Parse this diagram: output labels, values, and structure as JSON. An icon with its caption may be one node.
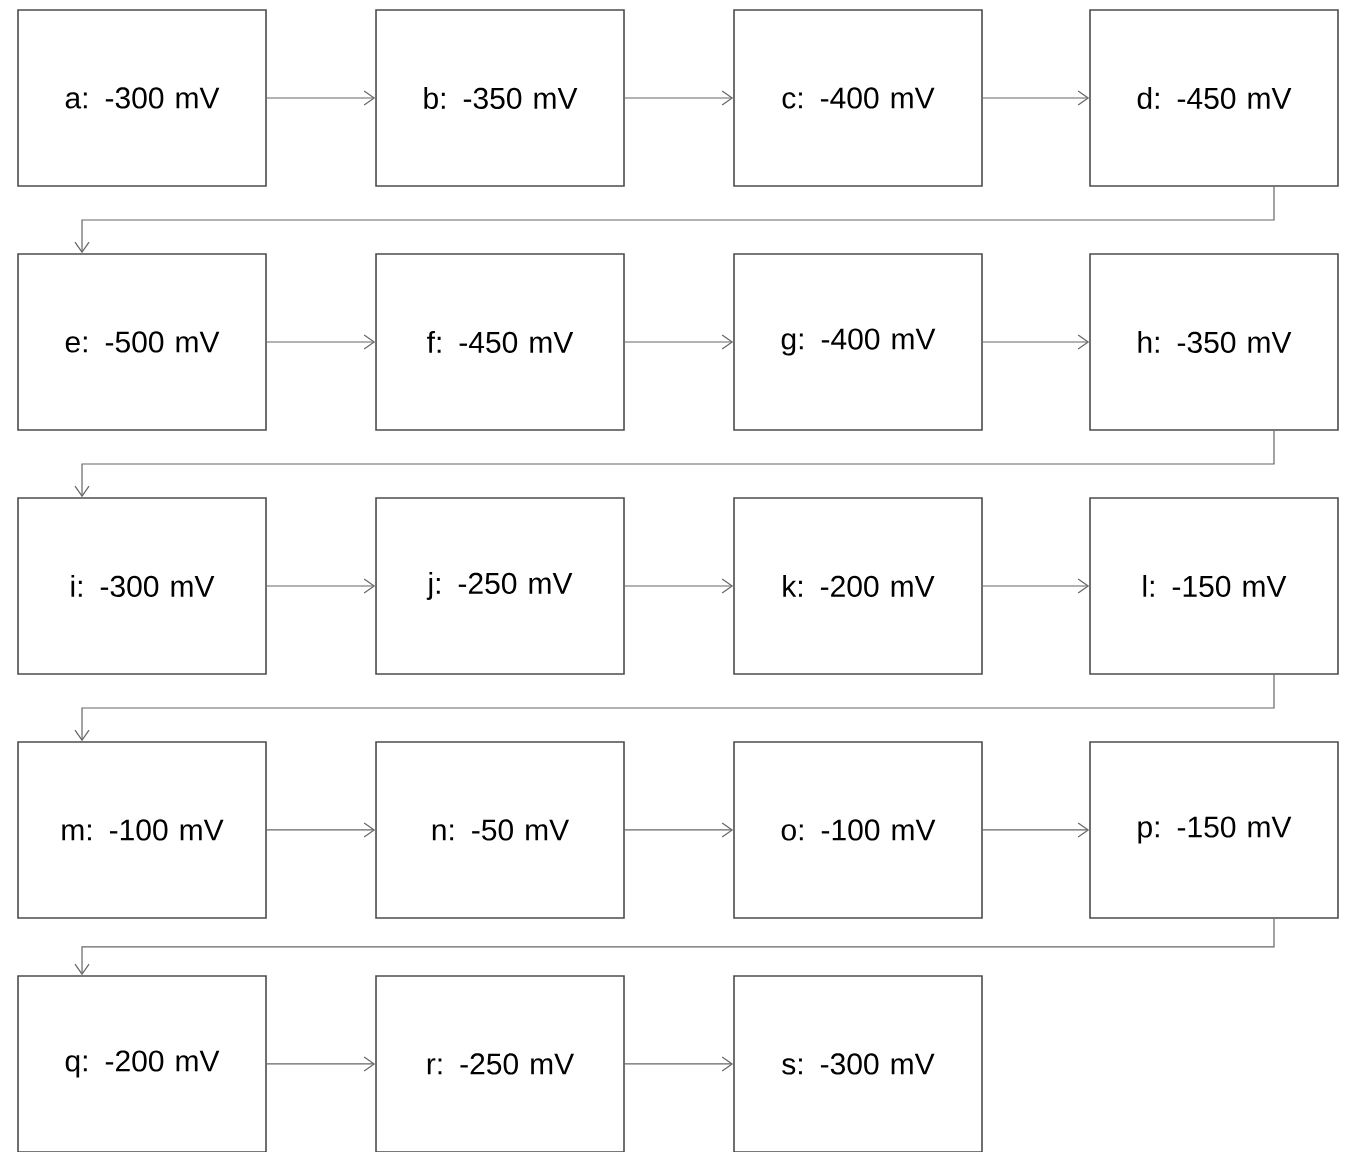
{
  "diagram": {
    "nodes": [
      {
        "text": [
          "a: -300 mV"
        ]
      },
      {
        "text": [
          "b: -350 mV"
        ]
      },
      {
        "text": [
          "c: -400 mV"
        ]
      },
      {
        "text": [
          "d: -450 mV"
        ]
      },
      {
        "text": [
          "e: -500 mV"
        ]
      },
      {
        "text": [
          "f: -450 mV"
        ]
      },
      {
        "text": [
          "g: -400 mV"
        ]
      },
      {
        "text": [
          "h: -350 mV"
        ]
      },
      {
        "text": [
          "i: -300 mV"
        ]
      },
      {
        "text": [
          "j: -250 mV"
        ]
      },
      {
        "text": [
          "k: -200 mV"
        ]
      },
      {
        "text": [
          "l: -150 mV"
        ]
      },
      {
        "text": [
          "m: -100 mV"
        ]
      },
      {
        "text": [
          "n: -50 mV"
        ]
      },
      {
        "text": [
          "o: -100 mV"
        ]
      },
      {
        "text": [
          "p: -150 mV"
        ]
      },
      {
        "text": [
          "q: -200 mV"
        ]
      },
      {
        "text": [
          "r: -250 mV"
        ]
      },
      {
        "text": [
          "s: -300 mV"
        ]
      }
    ],
    "edges": [
      {
        "from": 0,
        "to": 1,
        "arrow": "to"
      },
      {
        "from": 1,
        "to": 2,
        "arrow": "to"
      },
      {
        "from": 2,
        "to": 3,
        "arrow": "to"
      },
      {
        "from": 3,
        "to": 4,
        "arrow": "to"
      },
      {
        "from": 4,
        "to": 5,
        "arrow": "to"
      },
      {
        "from": 5,
        "to": 6,
        "arrow": "to"
      },
      {
        "from": 6,
        "to": 7,
        "arrow": "to"
      },
      {
        "from": 7,
        "to": 8,
        "arrow": "to"
      },
      {
        "from": 8,
        "to": 9,
        "arrow": "to"
      },
      {
        "from": 9,
        "to": 10,
        "arrow": "to"
      },
      {
        "from": 10,
        "to": 11,
        "arrow": "to"
      },
      {
        "from": 11,
        "to": 12,
        "arrow": "to"
      },
      {
        "from": 12,
        "to": 13,
        "arrow": "to"
      },
      {
        "from": 13,
        "to": 14,
        "arrow": "to"
      },
      {
        "from": 14,
        "to": 15,
        "arrow": "to"
      },
      {
        "from": 15,
        "to": 16,
        "arrow": "to"
      },
      {
        "from": 16,
        "to": 17,
        "arrow": "to"
      },
      {
        "from": 17,
        "to": 18,
        "arrow": "to"
      }
    ]
  }
}
